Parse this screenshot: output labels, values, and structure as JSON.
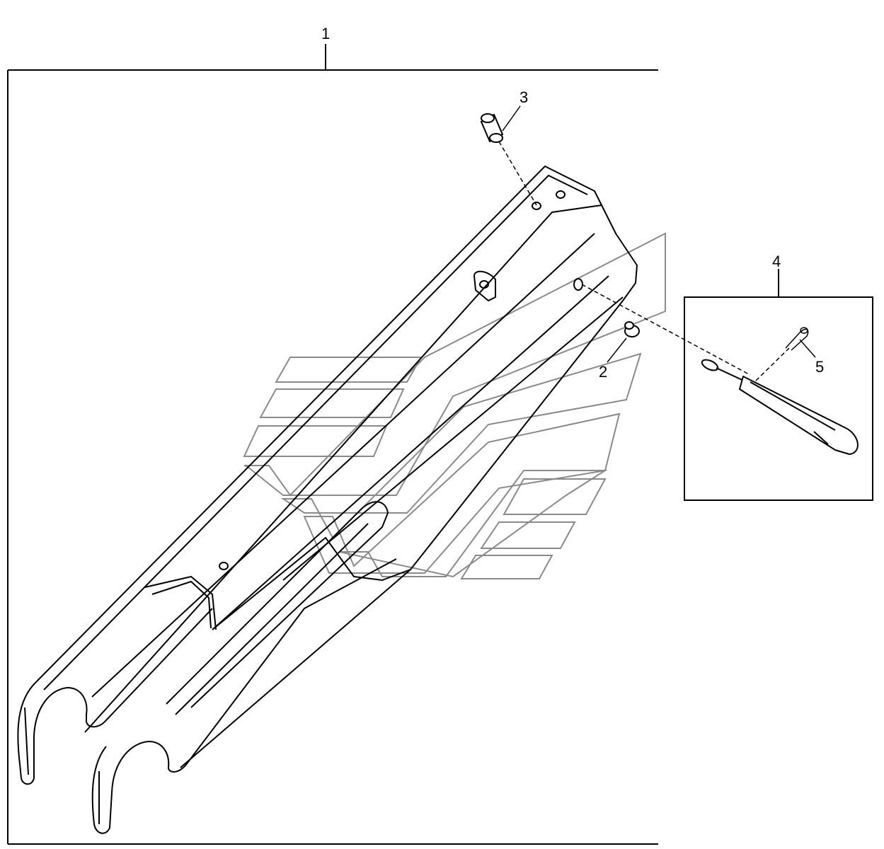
{
  "callouts": {
    "c1": "1",
    "c2": "2",
    "c3": "3",
    "c4": "4",
    "c5": "5"
  },
  "colors": {
    "ink": "#000000",
    "watermark": "#8a8a8a",
    "background": "#ffffff"
  }
}
